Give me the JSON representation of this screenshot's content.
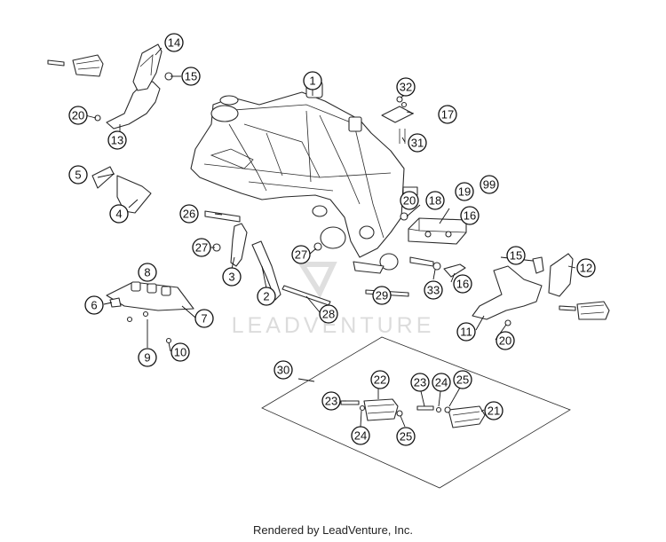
{
  "watermark": {
    "brand": "LEADVENTURE"
  },
  "footer": {
    "text": "Rendered by LeadVenture, Inc."
  },
  "callouts": [
    {
      "id": "c1",
      "label": "1"
    },
    {
      "id": "c2",
      "label": "2"
    },
    {
      "id": "c3",
      "label": "3"
    },
    {
      "id": "c4",
      "label": "4"
    },
    {
      "id": "c5",
      "label": "5"
    },
    {
      "id": "c6",
      "label": "6"
    },
    {
      "id": "c7",
      "label": "7"
    },
    {
      "id": "c8",
      "label": "8"
    },
    {
      "id": "c9",
      "label": "9"
    },
    {
      "id": "c10",
      "label": "10"
    },
    {
      "id": "c11",
      "label": "11"
    },
    {
      "id": "c12",
      "label": "12"
    },
    {
      "id": "c13",
      "label": "13"
    },
    {
      "id": "c14",
      "label": "14"
    },
    {
      "id": "c15a",
      "label": "15"
    },
    {
      "id": "c15b",
      "label": "15"
    },
    {
      "id": "c16a",
      "label": "16"
    },
    {
      "id": "c16b",
      "label": "16"
    },
    {
      "id": "c17",
      "label": "17"
    },
    {
      "id": "c18",
      "label": "18"
    },
    {
      "id": "c19",
      "label": "19"
    },
    {
      "id": "c20a",
      "label": "20"
    },
    {
      "id": "c20b",
      "label": "20"
    },
    {
      "id": "c20c",
      "label": "20"
    },
    {
      "id": "c21",
      "label": "21"
    },
    {
      "id": "c22",
      "label": "22"
    },
    {
      "id": "c23a",
      "label": "23"
    },
    {
      "id": "c23b",
      "label": "23"
    },
    {
      "id": "c24a",
      "label": "24"
    },
    {
      "id": "c24b",
      "label": "24"
    },
    {
      "id": "c25a",
      "label": "25"
    },
    {
      "id": "c25b",
      "label": "25"
    },
    {
      "id": "c26",
      "label": "26"
    },
    {
      "id": "c27a",
      "label": "27"
    },
    {
      "id": "c27b",
      "label": "27"
    },
    {
      "id": "c28",
      "label": "28"
    },
    {
      "id": "c29",
      "label": "29"
    },
    {
      "id": "c30",
      "label": "30"
    },
    {
      "id": "c31",
      "label": "31"
    },
    {
      "id": "c32",
      "label": "32"
    },
    {
      "id": "c33",
      "label": "33"
    },
    {
      "id": "c99",
      "label": "99"
    }
  ]
}
